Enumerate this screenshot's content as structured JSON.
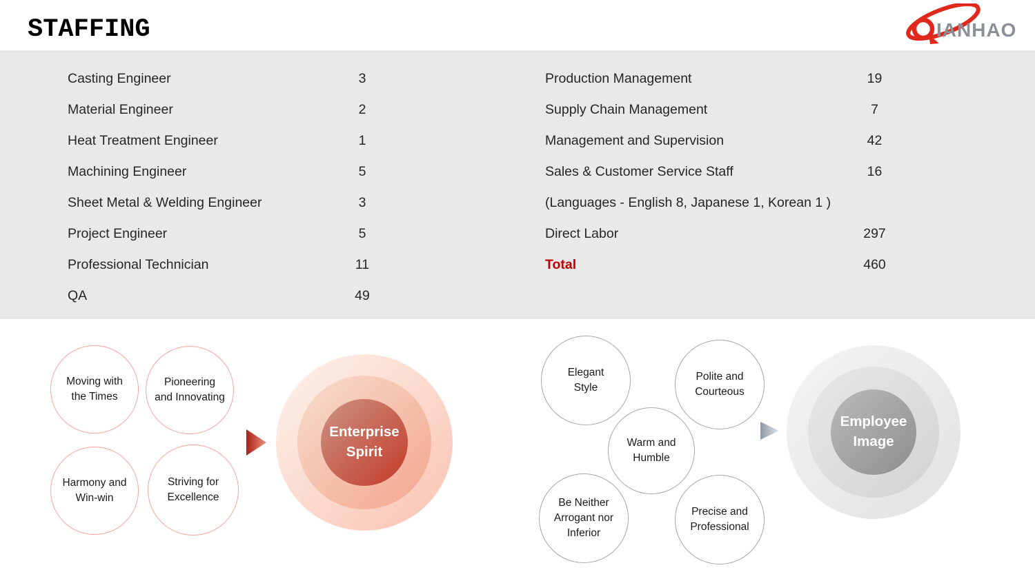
{
  "header": {
    "title": "STAFFING",
    "logo": {
      "q": "Q",
      "rest": "IANHAO",
      "red": "#e0291d",
      "gray": "#8a9096"
    }
  },
  "staff": {
    "left": [
      {
        "label": "Casting Engineer",
        "value": "3"
      },
      {
        "label": "Material Engineer",
        "value": "2"
      },
      {
        "label": "Heat Treatment Engineer",
        "value": "1"
      },
      {
        "label": "Machining Engineer",
        "value": "5"
      },
      {
        "label": "Sheet Metal & Welding Engineer",
        "value": "3"
      },
      {
        "label": "Project Engineer",
        "value": "5"
      },
      {
        "label": "Professional Technician",
        "value": "11"
      },
      {
        "label": "QA",
        "value": "49"
      }
    ],
    "right": [
      {
        "label": "Production Management",
        "value": "19"
      },
      {
        "label": "Supply Chain Management",
        "value": "7"
      },
      {
        "label": "Management and Supervision",
        "value": "42"
      },
      {
        "label": "Sales & Customer Service Staff",
        "value": "16"
      },
      {
        "label": "(Languages - English 8,  Japanese 1, Korean 1 )",
        "value": ""
      },
      {
        "label": "Direct Labor",
        "value": "297"
      },
      {
        "label": "Total",
        "value": "460"
      }
    ]
  },
  "enterprise_spirit": {
    "satellites": [
      "Moving with the Times",
      "Pioneering and Innovating",
      "Harmony and Win-win",
      "Striving for Excellence"
    ],
    "center": "Enterprise Spirit"
  },
  "employee_image": {
    "satellites": [
      "Elegant Style",
      "Polite and Courteous",
      "Warm and Humble",
      "Be Neither Arrogant nor Inferior",
      "Precise and Professional"
    ],
    "center": "Employee Image"
  },
  "colors": {
    "panel_gray": "#e9e9e9",
    "total_red": "#c00000",
    "red_circle_stroke": "#f2a59d",
    "gray_circle_stroke": "#a6a6a6",
    "logo_red": "#e0291d",
    "logo_gray": "#8a9096"
  }
}
